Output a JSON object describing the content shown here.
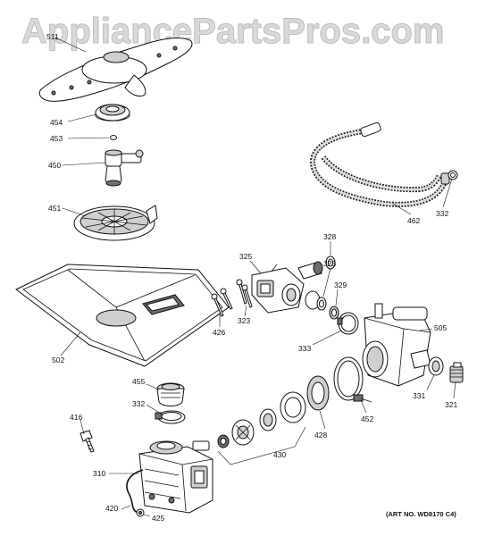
{
  "watermark": "AppliancePartsPros.com",
  "art_number": "(ART NO. WD8170 C4)",
  "parts": [
    {
      "id": "p511",
      "label": "511"
    },
    {
      "id": "p454",
      "label": "454"
    },
    {
      "id": "p453",
      "label": "453"
    },
    {
      "id": "p450",
      "label": "450"
    },
    {
      "id": "p451",
      "label": "451"
    },
    {
      "id": "p502",
      "label": "502"
    },
    {
      "id": "p455",
      "label": "455"
    },
    {
      "id": "p332a",
      "label": "332"
    },
    {
      "id": "p416",
      "label": "416"
    },
    {
      "id": "p310",
      "label": "310"
    },
    {
      "id": "p420",
      "label": "420"
    },
    {
      "id": "p425",
      "label": "425"
    },
    {
      "id": "p426",
      "label": "426"
    },
    {
      "id": "p323",
      "label": "323"
    },
    {
      "id": "p325",
      "label": "325"
    },
    {
      "id": "p328a",
      "label": "328"
    },
    {
      "id": "p328b",
      "label": "328"
    },
    {
      "id": "p329",
      "label": "329"
    },
    {
      "id": "p333",
      "label": "333"
    },
    {
      "id": "p430",
      "label": "430"
    },
    {
      "id": "p428",
      "label": "428"
    },
    {
      "id": "p452",
      "label": "452"
    },
    {
      "id": "p505",
      "label": "505"
    },
    {
      "id": "p331",
      "label": "331"
    },
    {
      "id": "p321",
      "label": "321"
    },
    {
      "id": "p462",
      "label": "462"
    },
    {
      "id": "p332b",
      "label": "332"
    }
  ]
}
